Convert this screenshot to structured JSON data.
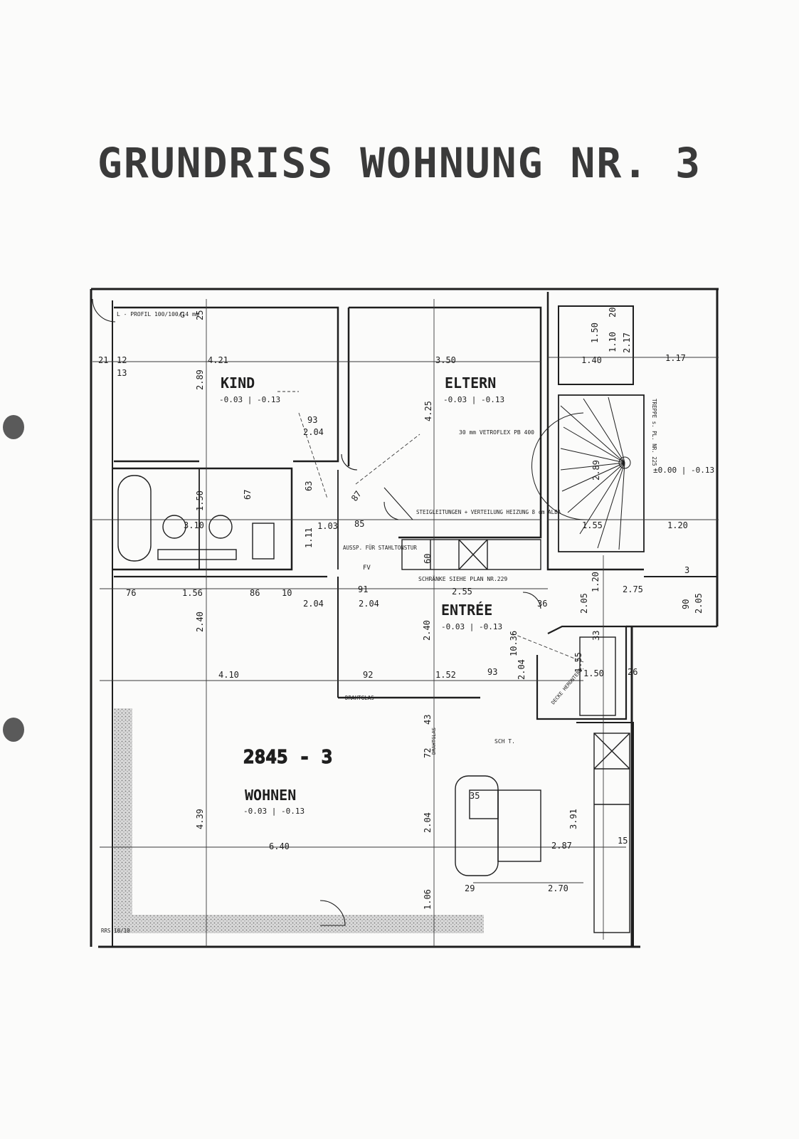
{
  "title": "GRUNDRISS WOHNUNG NR. 3",
  "colors": {
    "ink": "#1e1e1e",
    "paper": "#fbfbfa",
    "hatch": "#8a8a8a"
  },
  "rooms": {
    "kind": {
      "name": "KIND",
      "level": "-0.03 | -0.13"
    },
    "eltern": {
      "name": "ELTERN",
      "level": "-0.03 | -0.13"
    },
    "entree": {
      "name": "ENTRÉE",
      "level": "-0.03 | -0.13"
    },
    "wohnen": {
      "name": "WOHNEN",
      "level": "-0.03 | -0.13",
      "number": "2845 - 3"
    },
    "treppe": {
      "level": "±0.00 | -0.13"
    }
  },
  "notes": {
    "profil": "L - PROFIL 100/100/14 mm",
    "vetroflex": "30 mm VETROFLEX PB 400",
    "steigleitungen": "STEIGLEITUNGEN + VERTEILUNG HEIZUNG 8 cm ALBA",
    "aussparung": "AUSSP. FÜR STAHLTONSTUR",
    "schraenke": "SCHRÄNKE SIEHE PLAN NR.229",
    "treppe_plan": "TREPPE s. PL. NR. 225",
    "drahtglas_1": "DRAHTGLAS",
    "drahtglas_2": "DRAHTGLAS",
    "decke": "DECKE HERUNTERG.",
    "sch": "SCH T.",
    "rohr": "RRS 10/10"
  },
  "dimensions": {
    "d_425_kind": "4.21",
    "d_289": "2.89",
    "d_350": "3.50",
    "d_425": "4.25",
    "d_150_top": "1.50",
    "d_110": "1.10",
    "d_217": "2.17",
    "d_140": "1.40",
    "d_117": "1.17",
    "d_93_a": "93",
    "d_204_a": "2.04",
    "d_150_bad": "1.50",
    "d_310": "3.10",
    "d_103": "1.03",
    "d_85": "85",
    "d_111": "1.11",
    "d_87": "87",
    "d_289_stair": "2.89",
    "d_155": "1.55",
    "d_120": "1.20",
    "d_120_b": "1.20",
    "d_76": "76",
    "d_156": "1.56",
    "d_86": "86",
    "d_915": "91",
    "d_255": "2.55",
    "d_275": "2.75",
    "d_205": "2.05",
    "d_205_b": "2.05",
    "d_204_b": "2.04",
    "d_204_c": "2.04",
    "d_240": "2.40",
    "d_240_b": "2.40",
    "d_410": "4.10",
    "d_92": "92",
    "d_152": "1.52",
    "d_93_b": "93",
    "d_1036": "10.36",
    "d_204_d": "2.04",
    "d_155_b": "1.55",
    "d_150_k": "1.50",
    "d_439": "4.39",
    "d_640": "6.40",
    "d_35": "35",
    "d_391": "3.91",
    "d_287": "2.87",
    "d_270": "2.70",
    "d_29": "29",
    "d_106": "1.06",
    "d_204_e": "2.04",
    "d_72": "72",
    "d_43": "43",
    "d_12": "12",
    "d_15": "15",
    "d_25": "25",
    "d_13": "13",
    "d_21": "21",
    "d_90": "90",
    "d_60": "60",
    "d_63": "63",
    "d_67": "67",
    "d_10": "10",
    "d_36": "36",
    "d_33": "33",
    "d_26": "26",
    "d_3": "3",
    "d_20": "20",
    "d_fv": "FV",
    "d_g": "G"
  }
}
